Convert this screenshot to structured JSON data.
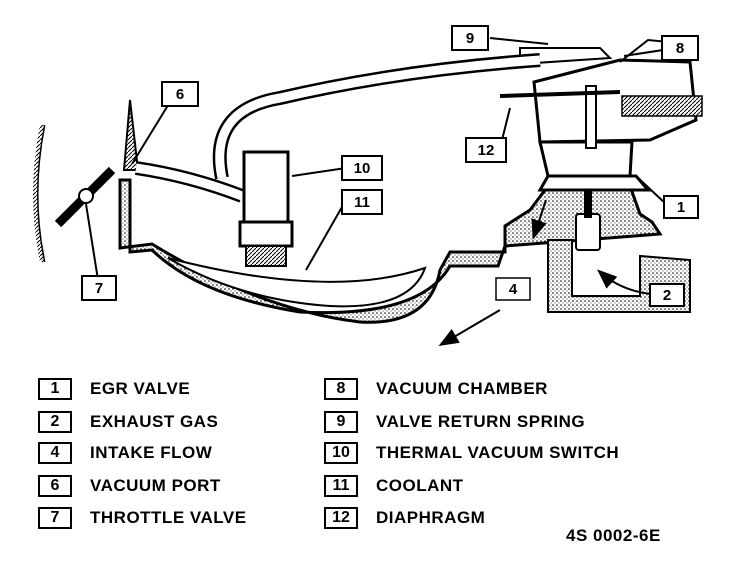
{
  "callouts": {
    "c1": "1",
    "c2": "2",
    "c4": "4",
    "c6": "6",
    "c7": "7",
    "c8": "8",
    "c9": "9",
    "c10": "10",
    "c11": "11",
    "c12": "12"
  },
  "legend": [
    {
      "num": "1",
      "label": "EGR VALVE"
    },
    {
      "num": "2",
      "label": "EXHAUST GAS"
    },
    {
      "num": "4",
      "label": "INTAKE FLOW"
    },
    {
      "num": "6",
      "label": "VACUUM PORT"
    },
    {
      "num": "7",
      "label": "THROTTLE VALVE"
    },
    {
      "num": "8",
      "label": "VACUUM CHAMBER"
    },
    {
      "num": "9",
      "label": "VALVE RETURN SPRING"
    },
    {
      "num": "10",
      "label": "THERMAL VACUUM SWITCH"
    },
    {
      "num": "11",
      "label": "COOLANT"
    },
    {
      "num": "12",
      "label": "DIAPHRAGM"
    }
  ],
  "footer_code": "4S  0002-6E"
}
